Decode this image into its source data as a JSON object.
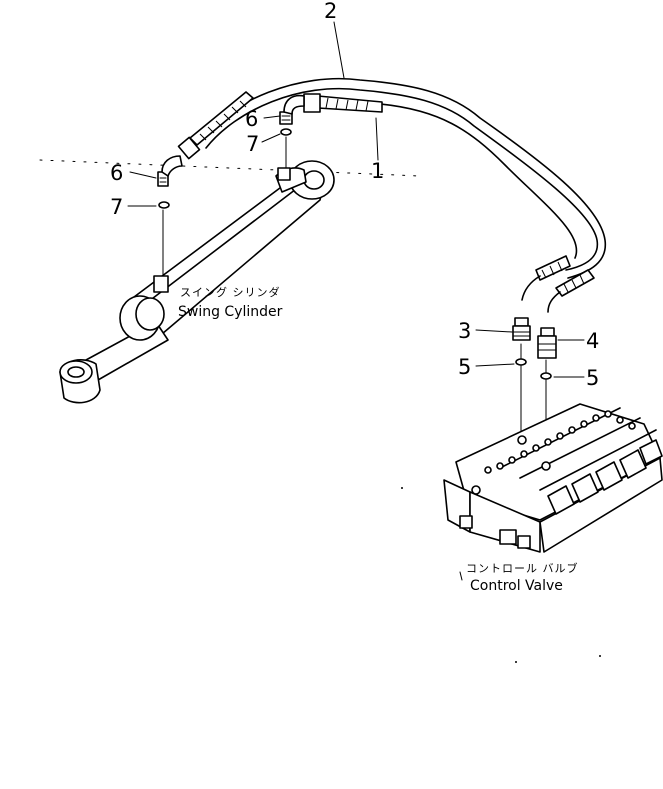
{
  "callouts": {
    "c1": "1",
    "c2": "2",
    "c3": "3",
    "c4": "4",
    "c5a": "5",
    "c5b": "5",
    "c6a": "6",
    "c6b": "6",
    "c7a": "7",
    "c7b": "7"
  },
  "labels": {
    "swing_cylinder_jp": "スイング シリンダ",
    "swing_cylinder_en": "Swing Cylinder",
    "control_valve_jp": "コントロール バルブ",
    "control_valve_en": "Control Valve"
  },
  "colors": {
    "ink": "#000000",
    "paper": "#ffffff"
  }
}
